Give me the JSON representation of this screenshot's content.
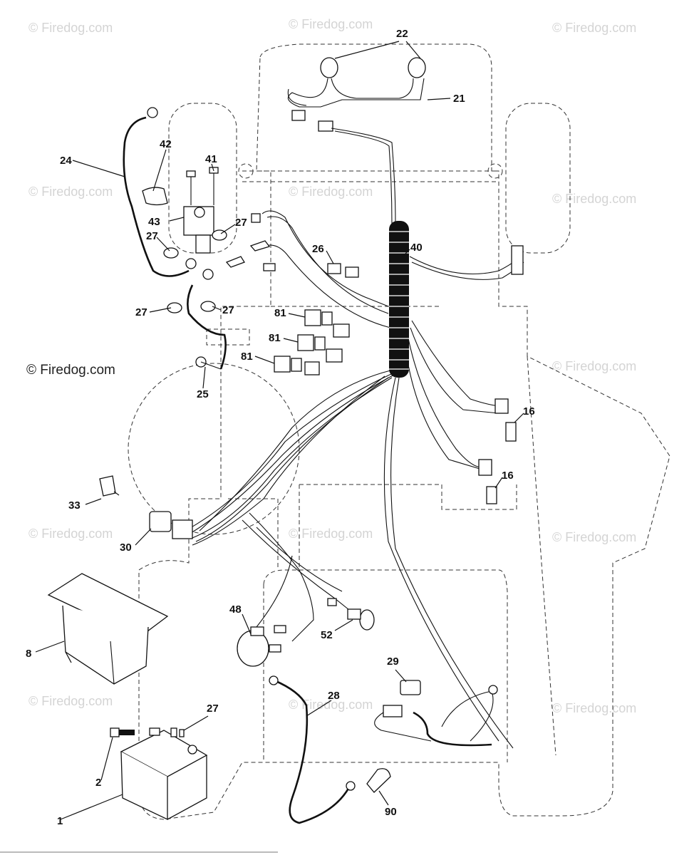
{
  "watermark": "© Firedog.com",
  "copyright": "© Firedog.com",
  "callouts": [
    "22",
    "21",
    "24",
    "42",
    "41",
    "43",
    "27",
    "27",
    "27",
    "27",
    "26",
    "40",
    "81",
    "81",
    "81",
    "25",
    "16",
    "16",
    "33",
    "30",
    "48",
    "52",
    "8",
    "29",
    "28",
    "27",
    "2",
    "1",
    "90"
  ]
}
